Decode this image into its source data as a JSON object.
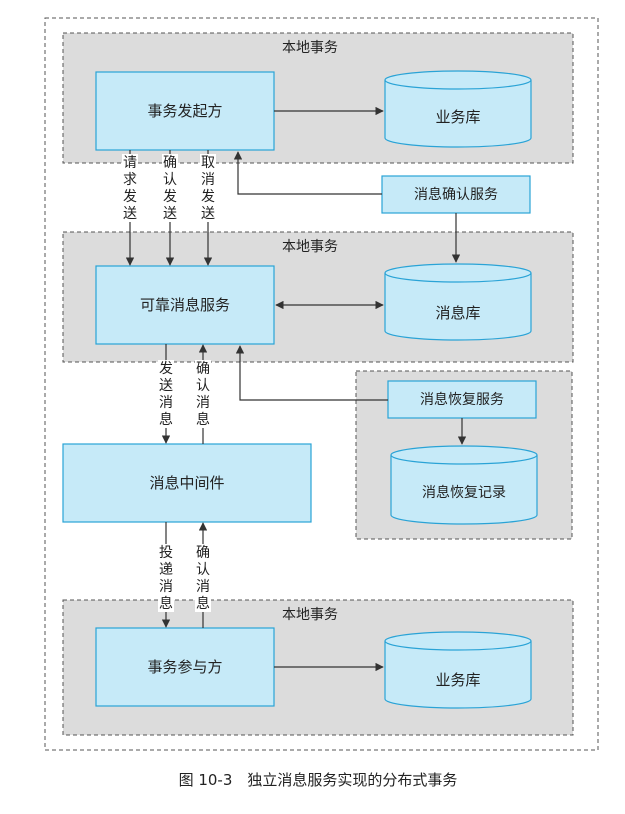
{
  "colors": {
    "region_fill": "#dcdcdc",
    "box_fill": "#c6eaf8",
    "box_stroke": "#2aa3d6",
    "line": "#333333",
    "text": "#222222",
    "dash": "#555555"
  },
  "regions": {
    "top": "本地事务",
    "middle": "本地事务",
    "bottom": "本地事务"
  },
  "nodes": {
    "initiator": "事务发起方",
    "business_db_top": "业务库",
    "msg_confirm_service": "消息确认服务",
    "reliable_msg_service": "可靠消息服务",
    "msg_db": "消息库",
    "msg_recovery_service": "消息恢复服务",
    "msg_recovery_record": "消息恢复记录",
    "middleware": "消息中间件",
    "participant": "事务参与方",
    "business_db_bottom": "业务库"
  },
  "edges": {
    "request_send": "请求发送",
    "confirm_send": "确认发送",
    "cancel_send": "取消发送",
    "send_message": "发送消息",
    "confirm_message_1": "确认消息",
    "deliver_message": "投递消息",
    "confirm_message_2": "确认消息"
  },
  "caption": "图 10-3　独立消息服务实现的分布式事务"
}
